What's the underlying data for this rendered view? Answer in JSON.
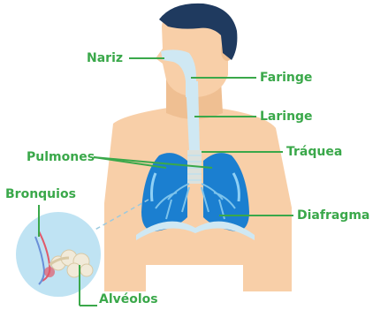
{
  "labels": {
    "nariz": "Nariz",
    "faringe": "Faringe",
    "laringe": "Laringe",
    "pulmones": "Pulmones",
    "traquea": "Tráquea",
    "bronquios": "Bronquios",
    "diafragma": "Diafragma",
    "alveolos": "Alvéolos"
  },
  "colors": {
    "label_green": "#3aa84a",
    "skin": "#f8cfa8",
    "skin_shadow": "#efbf92",
    "hair": "#1f3a5f",
    "lung_blue": "#1b7fd0",
    "airway_light": "#cfe8f3",
    "detail_circle": "#bfe3f3"
  }
}
